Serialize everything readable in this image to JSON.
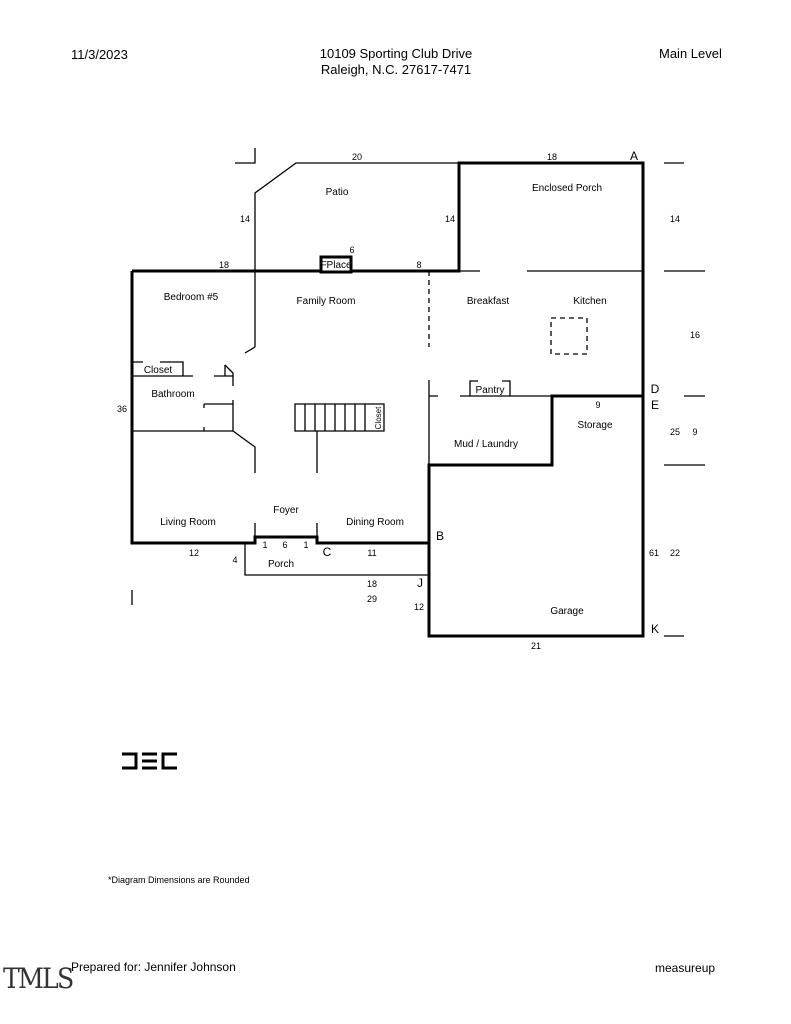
{
  "header": {
    "date": "11/3/2023",
    "address_line1": "10109 Sporting Club Drive",
    "address_line2": "Raleigh, N.C. 27617-7471",
    "level": "Main Level"
  },
  "rooms": {
    "patio": "Patio",
    "enclosed_porch": "Enclosed Porch",
    "fireplace": "FPlace",
    "bedroom5": "Bedroom #5",
    "family_room": "Family Room",
    "breakfast": "Breakfast",
    "kitchen": "Kitchen",
    "closet1": "Closet",
    "bathroom": "Bathroom",
    "closet2": "Closet",
    "pantry": "Pantry",
    "mud_laundry": "Mud / Laundry",
    "storage": "Storage",
    "living_room": "Living Room",
    "foyer": "Foyer",
    "dining_room": "Dining Room",
    "porch": "Porch",
    "garage": "Garage"
  },
  "dimensions": {
    "patio_top": "20",
    "porch_top": "18",
    "patio_left": "14",
    "patio_right": "14",
    "fplace": "6",
    "top_left": "18",
    "top_mid": "8",
    "right_porch": "14",
    "right_kitchen": "16",
    "left_36": "36",
    "storage_9": "9",
    "right_25": "25",
    "right_9": "9",
    "bottom_12": "12",
    "porch_4": "4",
    "foyer_1a": "1",
    "foyer_6": "6",
    "foyer_1b": "1",
    "dining_11": "11",
    "porch_18": "18",
    "porch_29": "29",
    "garage_left_12": "12",
    "right_61": "61",
    "right_22": "22",
    "garage_bottom": "21"
  },
  "points": {
    "a": "A",
    "b": "B",
    "c": "C",
    "d": "D",
    "e": "E",
    "j": "J",
    "k": "K"
  },
  "footer": {
    "logo_text": "DEC",
    "note": "*Diagram Dimensions are Rounded",
    "mls_logo": "TMLS",
    "prepared_for": "Prepared for: Jennifer Johnson",
    "brand": "measureup"
  }
}
